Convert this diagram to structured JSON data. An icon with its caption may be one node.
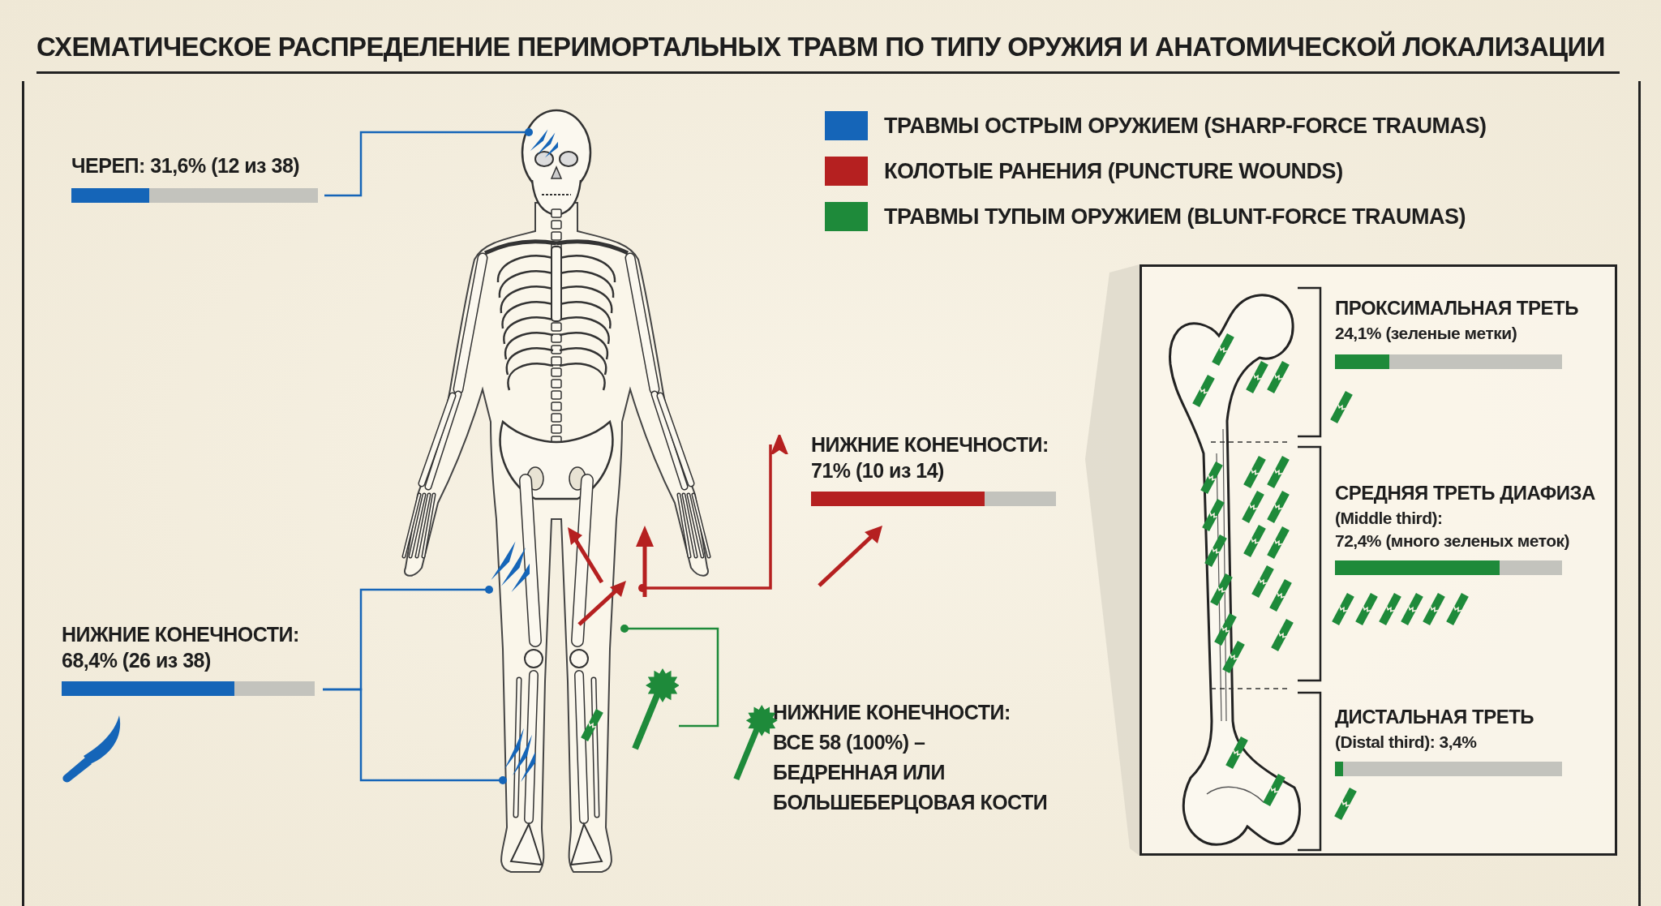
{
  "diagram": {
    "title": "СХЕМАТИЧЕСКОЕ РАСПРЕДЕЛЕНИЕ ПЕРИМОРТАЛЬНЫХ ТРАВМ ПО ТИПУ ОРУЖИЯ И АНАТОМИЧЕСКОЙ ЛОКАЛИЗАЦИИ",
    "nodes": [
      {
        "text": [
          "ЧЕРЕП: 31,6% (12 из 38)"
        ]
      },
      {
        "text": [
          "НИЖНИЕ КОНЕЧНОСТИ:",
          "68,4% (26 из 38)"
        ]
      },
      {
        "text": [
          "НИЖНИЕ КОНЕЧНОСТИ:",
          "71% (10 из 14)"
        ]
      },
      {
        "text": [
          "НИЖНИЕ КОНЕЧНОСТИ: ВСЕ 58 (100%) – БЕДРЕННАЯ ИЛИ БОЛЬШЕБЕРЦОВАЯ КОСТИ"
        ]
      },
      {
        "text": [],
        "shape": "picture"
      },
      {
        "text": [],
        "shape": "box"
      },
      {
        "text": [
          "ПРОКСИМАЛЬНАЯ ТРЕТЬ",
          "24,1% (зеленые метки)"
        ],
        "in": 5
      },
      {
        "text": [
          "СРЕДНЯЯ ТРЕТЬ ДИАФИЗА",
          "(Middle third):",
          "72,4% (много зеленых меток)"
        ],
        "in": 5
      },
      {
        "text": [
          "ДИСТАЛЬНАЯ ТРЕТЬ",
          "(Distal third): 3,4%"
        ],
        "in": 5
      },
      {
        "text": [],
        "shape": "picture"
      },
      {
        "text": [],
        "shape": "picture"
      },
      {
        "text": [],
        "shape": "picture"
      }
    ],
    "edges": [
      {
        "from": 0,
        "to": 9,
        "arrow": "other"
      },
      {
        "from": 1,
        "to": 10,
        "arrow": "other"
      },
      {
        "from": 1,
        "to": 11,
        "arrow": "other"
      },
      {
        "from": null,
        "to": 2,
        "arrow": "to",
        "color": "#b52020"
      },
      {
        "from": 4,
        "to": null,
        "arrow": "other",
        "color": "#1e8a3a"
      }
    ],
    "legend": [
      {
        "text": "ТРАВМЫ ОСТРЫМ ОРУЖИЕМ (SHARP-FORCE TRAUMAS)",
        "color": "#1565b8"
      },
      {
        "text": "КОЛОТЫЕ РАНЕНИЯ (PUNCTURE WOUNDS)",
        "color": "#b52020"
      },
      {
        "text": "ТРАВМЫ ТУПЫМ ОРУЖИЕМ (BLUNT-FORCE TRAUMAS)",
        "color": "#1e8a3a"
      }
    ]
  }
}
